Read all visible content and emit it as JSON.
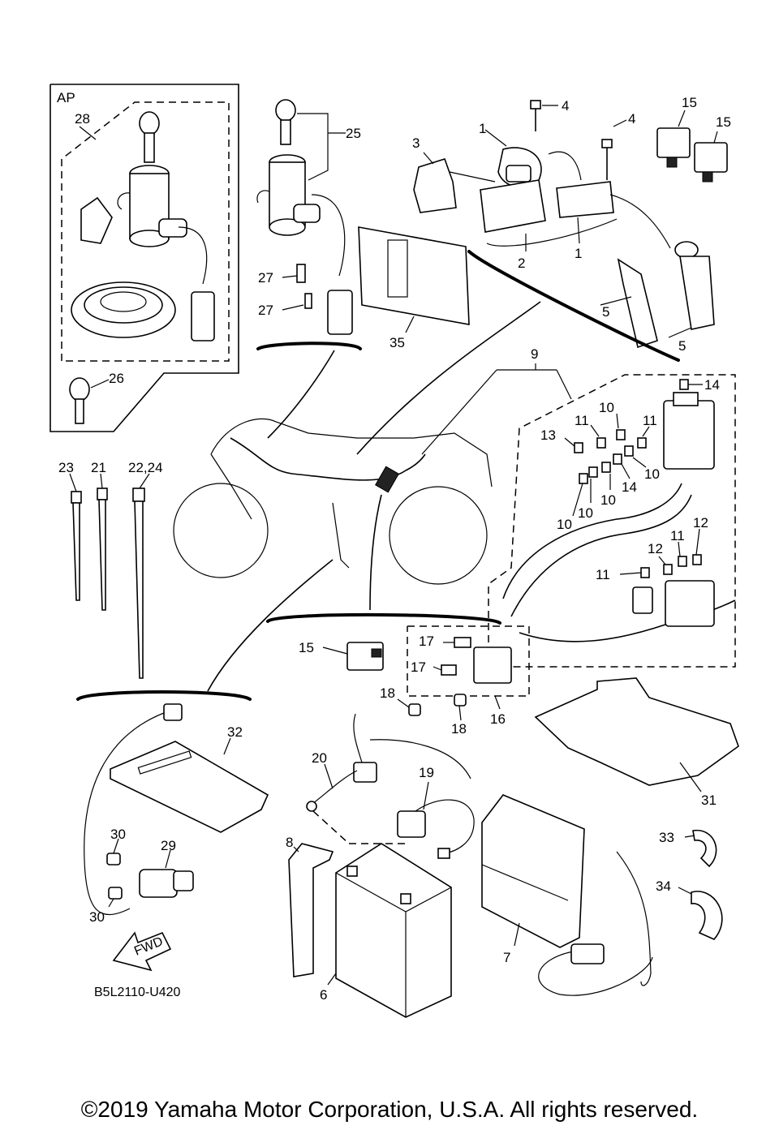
{
  "panel_label": "AP",
  "callouts": [
    {
      "id": "c28",
      "text": "28"
    },
    {
      "id": "c25",
      "text": "25"
    },
    {
      "id": "c3",
      "text": "3"
    },
    {
      "id": "c1a",
      "text": "1"
    },
    {
      "id": "c4a",
      "text": "4"
    },
    {
      "id": "c4b",
      "text": "4"
    },
    {
      "id": "c15a",
      "text": "15"
    },
    {
      "id": "c15b",
      "text": "15"
    },
    {
      "id": "c27a",
      "text": "27"
    },
    {
      "id": "c27b",
      "text": "27"
    },
    {
      "id": "c2",
      "text": "2"
    },
    {
      "id": "c1b",
      "text": "1"
    },
    {
      "id": "c5a",
      "text": "5"
    },
    {
      "id": "c5b",
      "text": "5"
    },
    {
      "id": "c35",
      "text": "35"
    },
    {
      "id": "c26",
      "text": "26"
    },
    {
      "id": "c9",
      "text": "9"
    },
    {
      "id": "c14a",
      "text": "14"
    },
    {
      "id": "c10a",
      "text": "10"
    },
    {
      "id": "c11a",
      "text": "11"
    },
    {
      "id": "c11b",
      "text": "11"
    },
    {
      "id": "c13",
      "text": "13"
    },
    {
      "id": "c10b",
      "text": "10"
    },
    {
      "id": "c14b",
      "text": "14"
    },
    {
      "id": "c10c",
      "text": "10"
    },
    {
      "id": "c10d",
      "text": "10"
    },
    {
      "id": "c10e",
      "text": "10"
    },
    {
      "id": "c23",
      "text": "23"
    },
    {
      "id": "c21",
      "text": "21"
    },
    {
      "id": "c2224",
      "text": "22,24"
    },
    {
      "id": "c12a",
      "text": "12"
    },
    {
      "id": "c11c",
      "text": "11"
    },
    {
      "id": "c12b",
      "text": "12"
    },
    {
      "id": "c11d",
      "text": "11"
    },
    {
      "id": "c15c",
      "text": "15"
    },
    {
      "id": "c17a",
      "text": "17"
    },
    {
      "id": "c17b",
      "text": "17"
    },
    {
      "id": "c18a",
      "text": "18"
    },
    {
      "id": "c18b",
      "text": "18"
    },
    {
      "id": "c16",
      "text": "16"
    },
    {
      "id": "c32",
      "text": "32"
    },
    {
      "id": "c20",
      "text": "20"
    },
    {
      "id": "c19",
      "text": "19"
    },
    {
      "id": "c31",
      "text": "31"
    },
    {
      "id": "c8",
      "text": "8"
    },
    {
      "id": "c33",
      "text": "33"
    },
    {
      "id": "c30a",
      "text": "30"
    },
    {
      "id": "c29",
      "text": "29"
    },
    {
      "id": "c34",
      "text": "34"
    },
    {
      "id": "c30b",
      "text": "30"
    },
    {
      "id": "c7",
      "text": "7"
    },
    {
      "id": "c6",
      "text": "6"
    }
  ],
  "fwd_label": "FWD",
  "diagram_code": "B5L2110-U420",
  "copyright": "©2019 Yamaha Motor Corporation, U.S.A. All rights reserved."
}
